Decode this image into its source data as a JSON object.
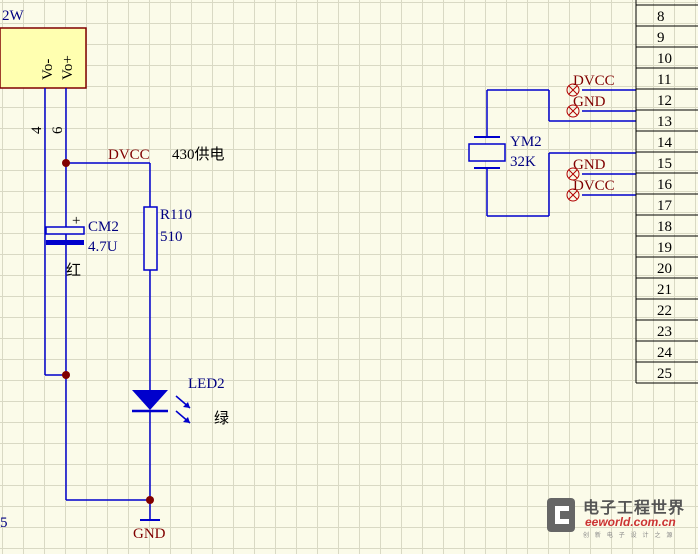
{
  "module": {
    "corner_text": "2W",
    "pin_vo_minus": "Vo-",
    "pin_vo_plus": "Vo+",
    "pin_num_left": "4",
    "pin_num_right": "6"
  },
  "net_labels": {
    "dvcc_430": "DVCC",
    "supply_430": "430供电",
    "gnd_bottom": "GND",
    "dvcc_top": "DVCC",
    "gnd_top": "GND",
    "gnd_mid": "GND",
    "dvcc_mid": "DVCC"
  },
  "components": {
    "cm2_ref": "CM2",
    "cm2_value": "4.7U",
    "cm2_color": "红",
    "r110_ref": "R110",
    "r110_value": "510",
    "led2_ref": "LED2",
    "led2_color": "绿",
    "ym2_ref": "YM2",
    "ym2_value": "32K"
  },
  "pin_numbers": [
    "8",
    "9",
    "10",
    "11",
    "12",
    "13",
    "14",
    "15",
    "16",
    "17",
    "18",
    "19",
    "20",
    "21",
    "22",
    "23",
    "24",
    "25"
  ],
  "left_edge_number": "5",
  "watermark": {
    "cn": "电子工程世界",
    "en": "eeworld.com.cn",
    "sub": "创 新 电 子 设 计 之 源"
  },
  "colors": {
    "wire": "#0000cc",
    "component": "#0000cc",
    "junction": "#800000",
    "net_label": "#800000",
    "designator": "#000080",
    "module_fill": "#ffffb0",
    "module_border": "#800000"
  }
}
